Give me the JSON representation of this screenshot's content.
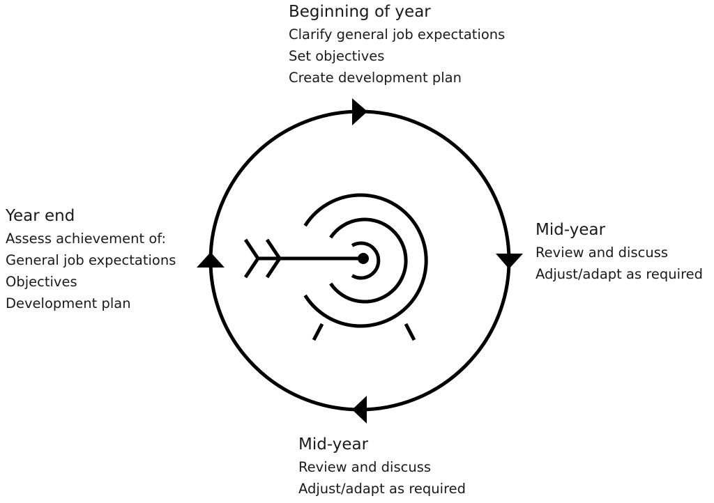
{
  "stages": {
    "beginning": {
      "heading": "Beginning of year",
      "lines": [
        "Clarify general job expectations",
        "Set objectives",
        "Create development plan"
      ]
    },
    "mid_right": {
      "heading": "Mid-year",
      "lines": [
        "Review and discuss",
        "Adjust/adapt as required"
      ]
    },
    "mid_bottom": {
      "heading": "Mid-year",
      "lines": [
        "Review and discuss",
        "Adjust/adapt as required"
      ]
    },
    "year_end": {
      "heading": "Year end",
      "lines": [
        "Assess achievement of:",
        "General job expectations",
        "Objectives",
        "Development plan"
      ]
    }
  },
  "icons": {
    "center": "target-with-arrow-icon",
    "cycle": "clockwise-cycle-arrows"
  },
  "colors": {
    "stroke": "#000000",
    "text": "#1a1a1a",
    "background": "#ffffff"
  }
}
